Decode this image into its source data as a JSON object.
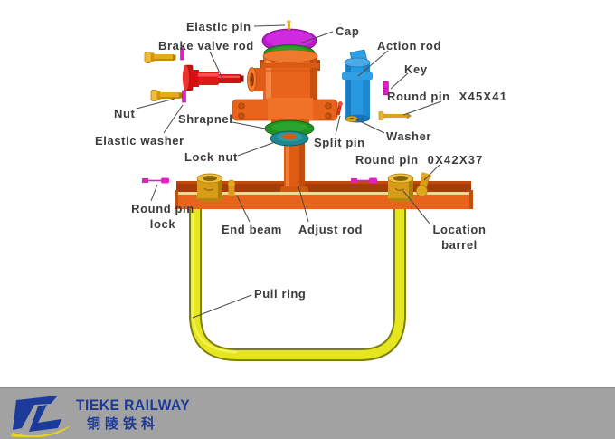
{
  "diagram": {
    "description": "Exploded parts diagram of a railway brake valve / pull ring assembly",
    "labels": {
      "elastic_pin": "Elastic pin",
      "cap": "Cap",
      "brake_valve_rod": "Brake valve rod",
      "action_rod": "Action rod",
      "key": "Key",
      "nut": "Nut",
      "round_pin_upper": {
        "name": "Round pin",
        "size": "X45X41"
      },
      "shrapnel": "Shrapnel",
      "elastic_washer": "Elastic washer",
      "split_pin": "Split pin",
      "washer": "Washer",
      "lock_nut": "Lock nut",
      "round_pin_lower": {
        "name": "Round pin",
        "size": "0X42X37"
      },
      "round_pin_lock": {
        "line1": "Round pin",
        "line2": "lock"
      },
      "end_beam": "End beam",
      "adjust_rod": "Adjust rod",
      "location_barrel": {
        "line1": "Location",
        "line2": "barrel"
      },
      "pull_ring": "Pull ring"
    },
    "part_colors": {
      "valve_body_orange": "#e8641c",
      "cap_magenta": "#ba18c8",
      "action_rod_blue": "#2898e0",
      "brake_valve_rod_red": "#e01818",
      "pull_ring_yellow": "#e6e620",
      "barrel_gold": "#d89c18",
      "pin_magenta": "#e020c0",
      "shrapnel_green": "#1f9222",
      "lock_nut_teal": "#1e8892"
    }
  },
  "footer": {
    "company_en": "TIEKE RAILWAY",
    "company_cn": "铜陵铁科",
    "bar_color": "#a2a2a2",
    "brand_color": "#1b3a9a"
  }
}
